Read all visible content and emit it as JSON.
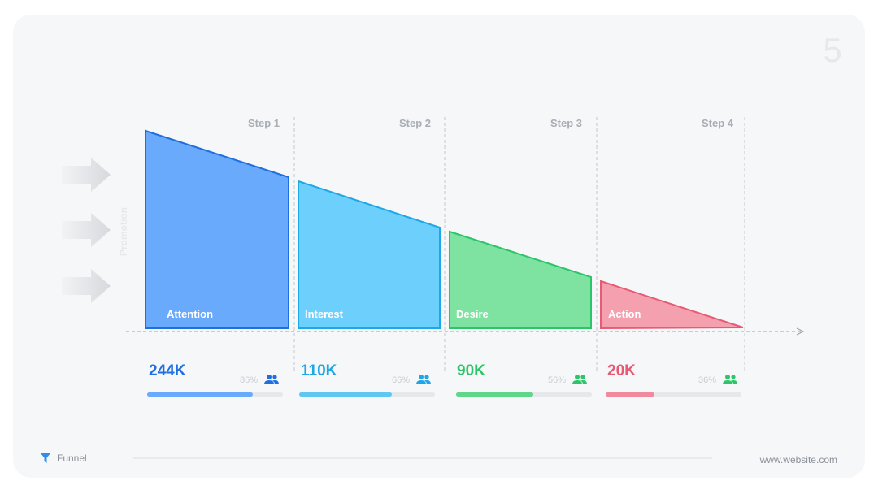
{
  "page_number": "5",
  "promotion_label": "Promotion",
  "steps": [
    {
      "step": "Step 1",
      "stage": "Attention",
      "value": "244K",
      "percent": "86%",
      "fraction": 0.78,
      "color": "#1f6fe0",
      "fill": "#6aaafc",
      "bar": "#6aaafc"
    },
    {
      "step": "Step 2",
      "stage": "Interest",
      "value": "110K",
      "percent": "66%",
      "fraction": 0.68,
      "color": "#1ea7e6",
      "fill": "#6ccffc",
      "bar": "#5fc7f0"
    },
    {
      "step": "Step 3",
      "stage": "Desire",
      "value": "90K",
      "percent": "56%",
      "fraction": 0.57,
      "color": "#2cc56a",
      "fill": "#7ee2a0",
      "bar": "#5fd68a"
    },
    {
      "step": "Step 4",
      "stage": "Action",
      "value": "20K",
      "percent": "36%",
      "fraction": 0.36,
      "color": "#e85a74",
      "fill": "#f5a0ae",
      "bar": "#f08a9c"
    }
  ],
  "footer": {
    "label": "Funnel",
    "website": "www.website.com"
  }
}
